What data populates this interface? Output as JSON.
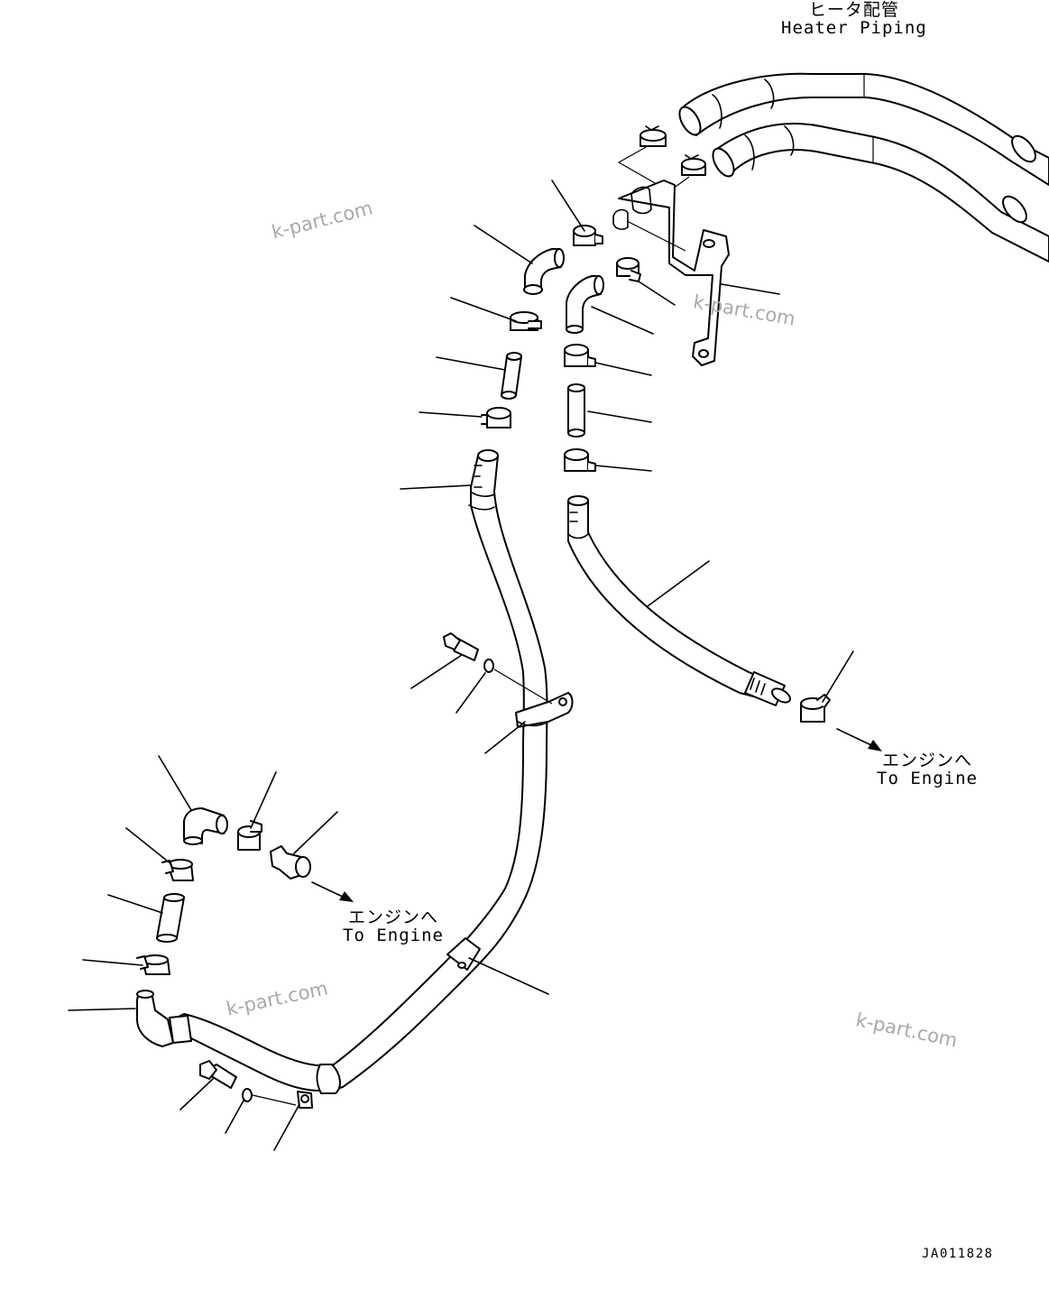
{
  "labels": {
    "heater_piping": {
      "jp": "ヒータ配管",
      "en": "Heater Piping"
    },
    "to_engine_right": {
      "jp": "エンジンへ",
      "en": "To Engine"
    },
    "to_engine_left": {
      "jp": "エンジンへ",
      "en": "To Engine"
    }
  },
  "watermark_text": "k-part.com",
  "drawing_code": "JA011828",
  "colors": {
    "line": "#000000",
    "watermark": "#a9a9a9",
    "background": "#ffffff"
  }
}
